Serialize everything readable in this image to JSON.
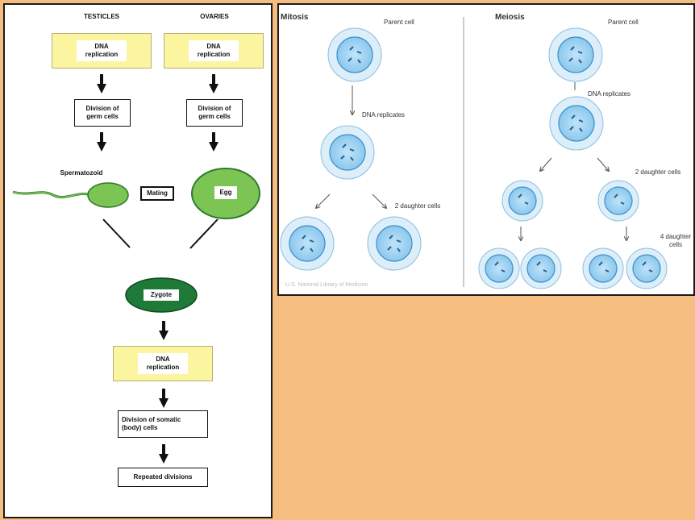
{
  "left_diagram": {
    "testicles_label": "TESTICLES",
    "ovaries_label": "OVARIES",
    "dna_replication": "DNA replication",
    "division_germ": "Division of germ cells",
    "spermatozoid": "Spermatozoid",
    "mating": "Mating",
    "egg": "Egg",
    "zygote": "Zygote",
    "division_somatic": "Division of somatic (body) cells",
    "repeated_divisions": "Repeated divisions"
  },
  "right_diagram": {
    "mitosis_title": "Mitosis",
    "meiosis_title": "Meiosis",
    "parent_cell": "Parent cell",
    "dna_replicates": "DNA replicates",
    "two_daughter_cells": "2 daughter cells",
    "four_daughter_cells": "4 daughter cells",
    "credit": "U.S. National Library of Medicine"
  }
}
